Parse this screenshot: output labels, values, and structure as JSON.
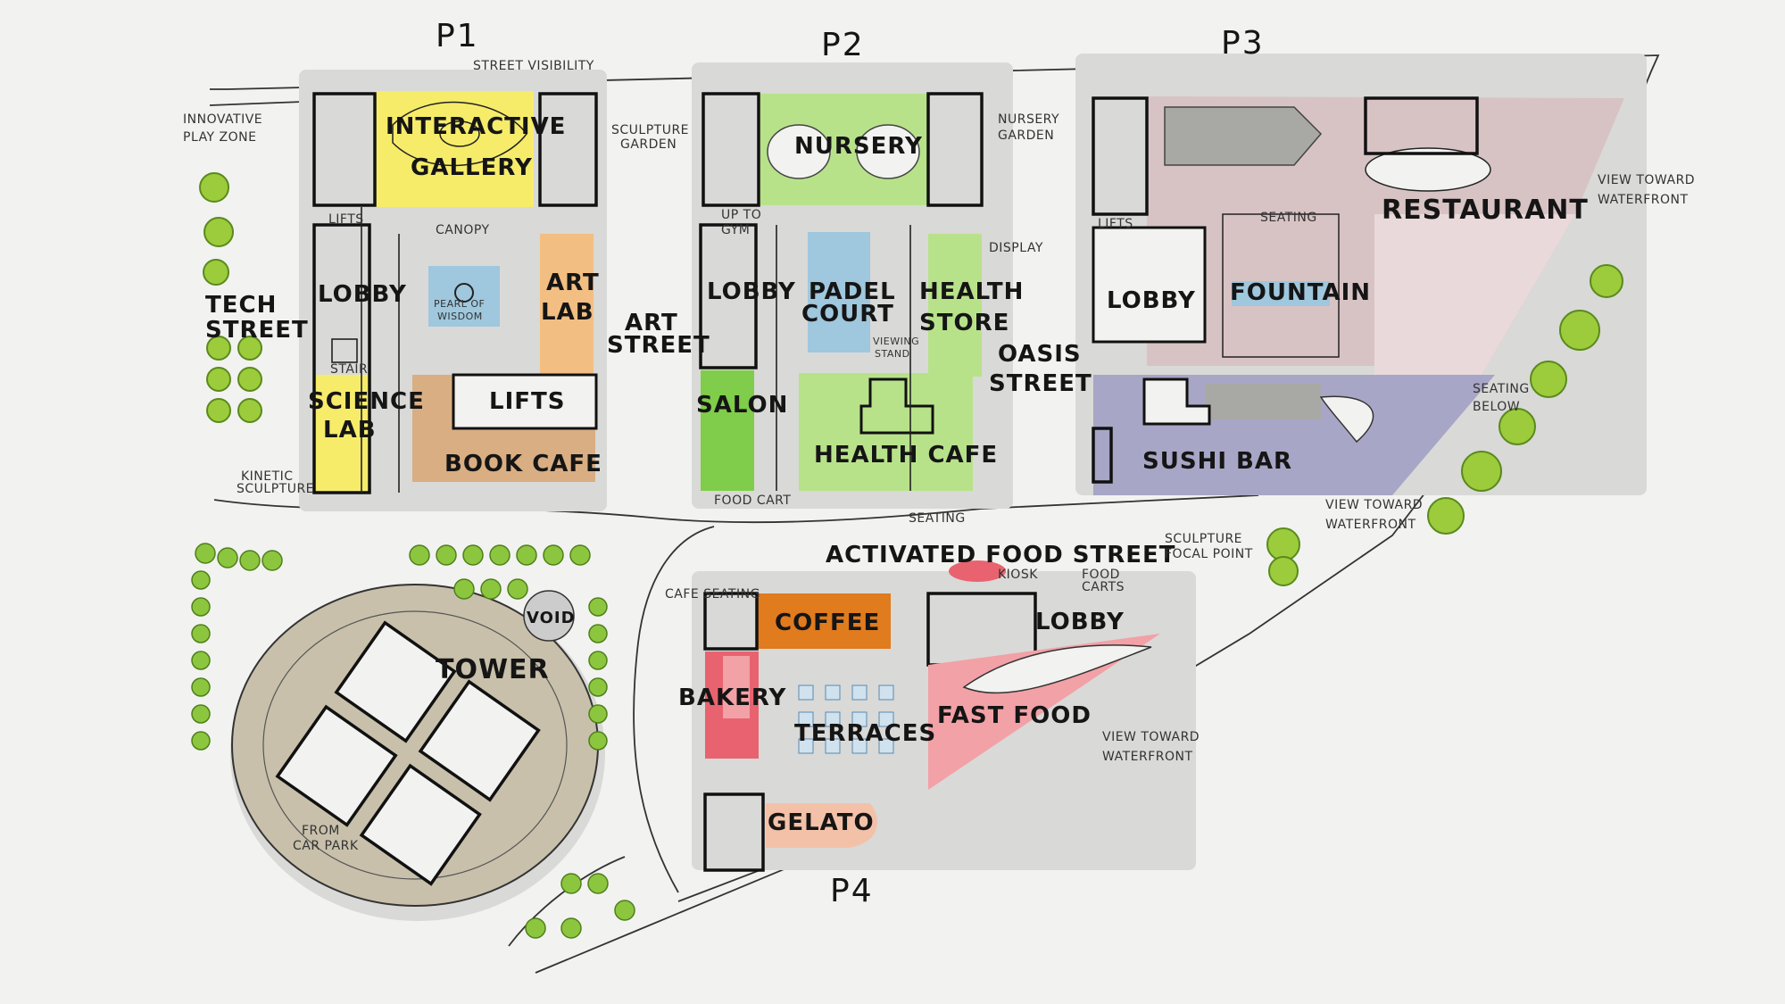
{
  "colors": {
    "yellow": "#f6ec6a",
    "green_light": "#b8e28a",
    "green": "#7fcd4a",
    "orange_light": "#f2be82",
    "tan": "#d9ae83",
    "blue": "#9fc7dd",
    "mauve": "#d8c3c4",
    "lavender": "#a7a6c6",
    "red": "#e8636f",
    "pink": "#f2a1a6",
    "orange": "#e07b1e",
    "beige": "#c8c0ab",
    "peach": "#f3c1a8",
    "grey_pool": "#a8a9a5"
  },
  "phases": {
    "p1": "P1",
    "p2": "P2",
    "p3": "P3",
    "p4": "P4"
  },
  "spaces": {
    "interactive_gallery": [
      "INTERACTIVE",
      "GALLERY"
    ],
    "nursery": "NURSERY",
    "restaurant": "RESTAURANT",
    "lobby": "LOBBY",
    "art_lab": [
      "ART",
      "LAB"
    ],
    "padel_court": [
      "PADEL",
      "COURT"
    ],
    "health_store": [
      "HEALTH",
      "STORE"
    ],
    "fountain": "FOUNTAIN",
    "science_lab": [
      "SCIENCE",
      "LAB"
    ],
    "lifts": "LIFTS",
    "book_cafe": "BOOK CAFE",
    "salon": "SALON",
    "health_cafe": "HEALTH CAFE",
    "sushi_bar": "SUSHI BAR",
    "tower": "TOWER",
    "void": "VOID",
    "coffee": "COFFEE",
    "bakery": "BAKERY",
    "terraces": "TERRACES",
    "fast_food": "FAST FOOD",
    "gelato": "GELATO",
    "pearl_of_wisdom": [
      "PEARL OF",
      "WISDOM"
    ]
  },
  "streets": {
    "tech_street": [
      "TECH",
      "STREET"
    ],
    "art_street": [
      "ART",
      "STREET"
    ],
    "oasis_street": [
      "OASIS",
      "STREET"
    ],
    "activated_food_street": "ACTIVATED FOOD STREET"
  },
  "notes": {
    "street_visibility": "STREET VISIBILITY",
    "innovative_play_zone": [
      "INNOVATIVE",
      "PLAY ZONE"
    ],
    "sculpture_garden": [
      "SCULPTURE",
      "GARDEN"
    ],
    "nursery_garden": [
      "NURSERY",
      "GARDEN"
    ],
    "view_toward_waterfront": [
      "VIEW TOWARD",
      "WATERFRONT"
    ],
    "seating": "SEATING",
    "seating_below": [
      "SEATING",
      "BELOW"
    ],
    "lifts": "LIFTS",
    "canopy": "CANOPY",
    "stair": "STAIR",
    "up_to_gym": [
      "UP TO",
      "GYM"
    ],
    "viewing_stand": [
      "VIEWING",
      "STAND"
    ],
    "display": "DISPLAY",
    "kinetic_sculpture": [
      "KINETIC",
      "SCULPTURE"
    ],
    "food_cart": "FOOD CART",
    "kiosk": "KIOSK",
    "food_carts": [
      "FOOD",
      "CARTS"
    ],
    "sculpture_focal_point": [
      "SCULPTURE",
      "FOCAL POINT"
    ],
    "cafe_seating": "CAFE SEATING",
    "from_car_park": [
      "FROM",
      "CAR PARK"
    ]
  }
}
